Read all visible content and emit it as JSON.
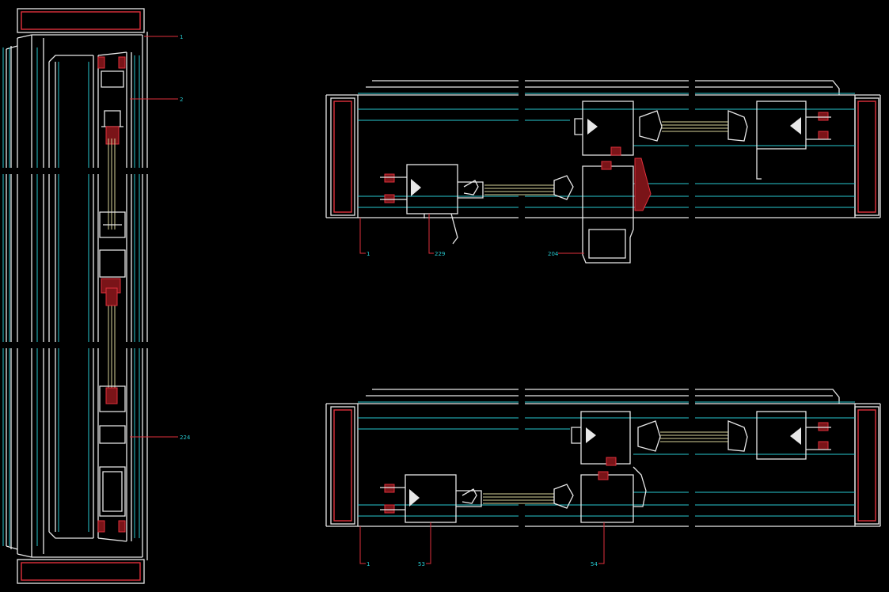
{
  "callouts": {
    "vertical_section": [
      "1",
      "2",
      "224"
    ],
    "top_plan": [
      "1",
      "229",
      "204"
    ],
    "bottom_plan": [
      "1",
      "53",
      "54"
    ]
  },
  "colors": {
    "background": "#000000",
    "profile": "#e8e8e8",
    "axis_lines": "#27c8cf",
    "gaskets": "#e0303c",
    "glazing": "#d8d49a",
    "label_text": "#27c8cf"
  }
}
